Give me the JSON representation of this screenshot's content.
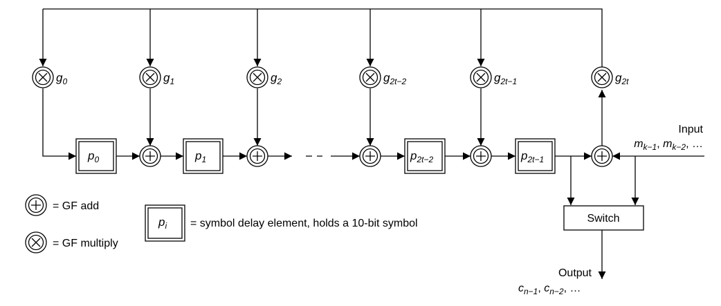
{
  "coefficients": [
    {
      "base": "g",
      "sub": "0"
    },
    {
      "base": "g",
      "sub": "1"
    },
    {
      "base": "g",
      "sub": "2"
    },
    {
      "base": "g",
      "sub": "2t−2"
    },
    {
      "base": "g",
      "sub": "2t−1"
    },
    {
      "base": "g",
      "sub": "2t"
    }
  ],
  "registers": [
    {
      "base": "p",
      "sub": "0"
    },
    {
      "base": "p",
      "sub": "1"
    },
    {
      "base": "p",
      "sub": "2t−2"
    },
    {
      "base": "p",
      "sub": "2t−1"
    }
  ],
  "switch_label": "Switch",
  "input": {
    "title": "Input",
    "m1_base": "m",
    "m1_sub": "k−1",
    "sep": ", ",
    "m2_base": "m",
    "m2_sub": "k−2",
    "tail": ", …"
  },
  "output": {
    "title": "Output",
    "c1_base": "c",
    "c1_sub": "n−1",
    "sep": ", ",
    "c2_base": "c",
    "c2_sub": "n−2",
    "tail": ", …"
  },
  "legend": {
    "add_label": "= GF add",
    "multiply_label": "= GF multiply",
    "delay_symbol_base": "p",
    "delay_symbol_sub": "i",
    "delay_label": "= symbol delay element, holds a 10-bit symbol"
  }
}
